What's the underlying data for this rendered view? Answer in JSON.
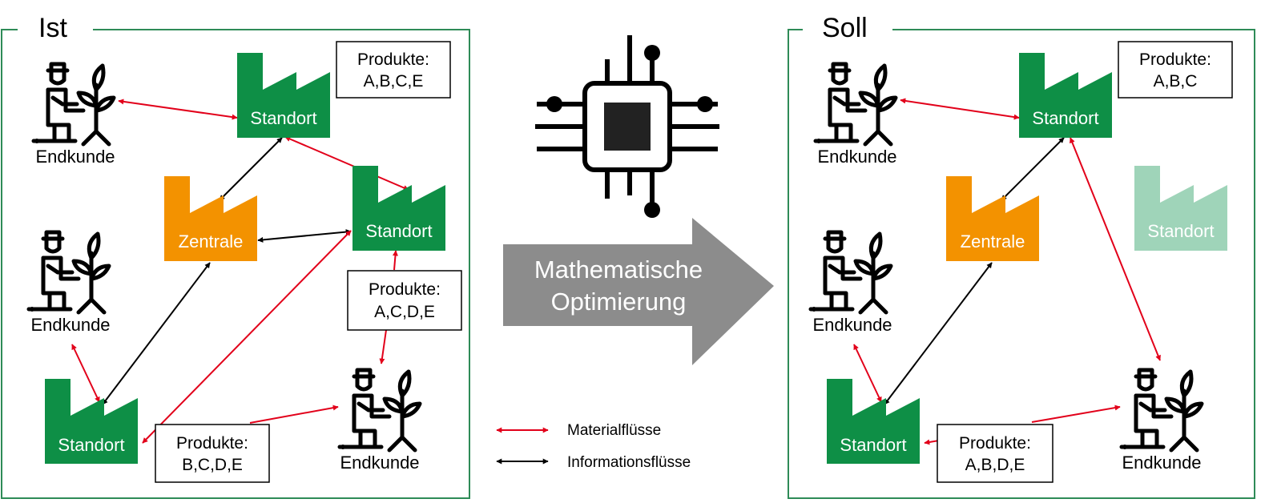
{
  "colors": {
    "panel_border": "#2e8b57",
    "factory_green": "#0e8f46",
    "factory_orange": "#f39200",
    "factory_faded": "#9fd4b9",
    "material_flow": "#e2001a",
    "information_flow": "#000000",
    "optimization_arrow": "#8c8c8c"
  },
  "left_panel": {
    "title": "Ist",
    "customers": [
      "Endkunde",
      "Endkunde",
      "Endkunde"
    ],
    "factories": {
      "top": "Standort",
      "right": "Standort",
      "bottom": "Standort",
      "central": "Zentrale"
    },
    "product_boxes": [
      {
        "heading": "Produkte:",
        "items": "A,B,C,E"
      },
      {
        "heading": "Produkte:",
        "items": "A,C,D,E"
      },
      {
        "heading": "Produkte:",
        "items": "B,C,D,E"
      }
    ]
  },
  "center": {
    "icon": "chip-icon",
    "arrow_line1": "Mathematische",
    "arrow_line2": "Optimierung"
  },
  "right_panel": {
    "title": "Soll",
    "customers": [
      "Endkunde",
      "Endkunde",
      "Endkunde"
    ],
    "factories": {
      "top": "Standort",
      "right": "Standort",
      "bottom": "Standort",
      "central": "Zentrale"
    },
    "product_boxes": [
      {
        "heading": "Produkte:",
        "items": "A,B,C"
      },
      {
        "heading": "Produkte:",
        "items": "A,B,D,E"
      }
    ]
  },
  "legend": {
    "material": "Materialflüsse",
    "information": "Informationsflüsse"
  }
}
